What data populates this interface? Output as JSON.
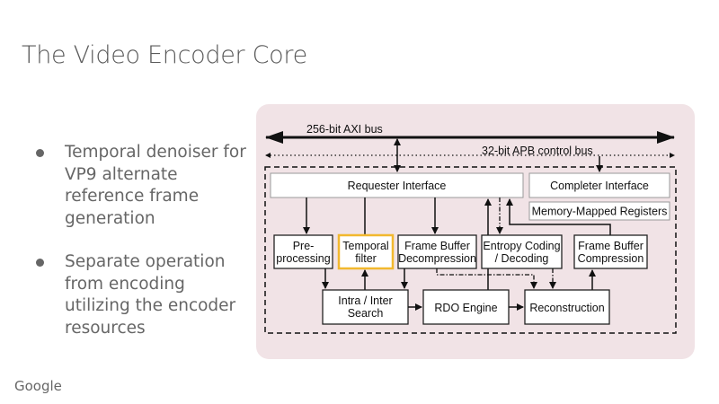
{
  "slide": {
    "title": "The Video Encoder Core",
    "bullets": [
      "Temporal denoiser for VP9 alternate reference frame generation",
      "Separate operation from encoding utilizing the encoder resources"
    ],
    "logo": "Google"
  },
  "diagram": {
    "buses": {
      "axi": "256-bit AXI bus",
      "apb": "32-bit APB control bus"
    },
    "interfaces": {
      "requester": "Requester Interface",
      "completer": "Completer Interface",
      "registers": "Memory-Mapped Registers"
    },
    "blocks": {
      "preprocessing": [
        "Pre-",
        "processing"
      ],
      "temporal_filter": [
        "Temporal",
        "filter"
      ],
      "fb_decompression": [
        "Frame Buffer",
        "Decompression"
      ],
      "entropy": [
        "Entropy Coding",
        "/ Decoding"
      ],
      "fb_compression": [
        "Frame Buffer",
        "Compression"
      ],
      "intra_inter": [
        "Intra / Inter",
        "Search"
      ],
      "rdo": [
        "RDO Engine"
      ],
      "reconstruction": [
        "Reconstruction"
      ]
    },
    "colors": {
      "panel_bg": "#f1e3e6",
      "highlight": "#f2b82e",
      "line": "#111111"
    }
  }
}
